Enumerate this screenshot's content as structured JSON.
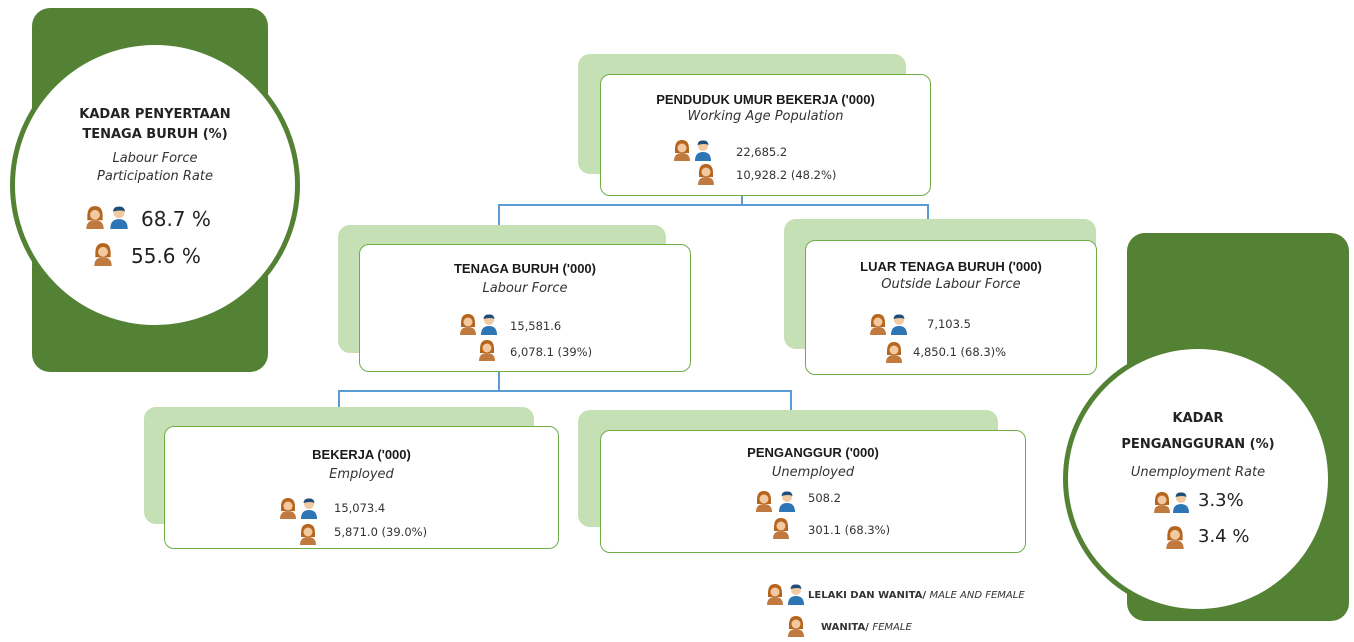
{
  "colors": {
    "dark_green": "#548235",
    "light_green": "#c5e0b4",
    "border_green": "#70ad47",
    "connector": "#5b9bd5",
    "female_icon": "#c07a3f",
    "male_icon": "#2e75b6"
  },
  "icons": {
    "both": "male-and-female-icon",
    "female": "female-icon"
  },
  "lfpr": {
    "title_line1": "KADAR PENYERTAAN",
    "title_line2": "TENAGA BURUH (%)",
    "sub_line1": "Labour Force",
    "sub_line2": "Participation Rate",
    "both_value": "68.7 %",
    "female_value": "55.6 %"
  },
  "unemp_rate": {
    "title_line1": "KADAR",
    "title_line2": "PENGANGGURAN (%)",
    "sub": "Unemployment Rate",
    "both_value": "3.3%",
    "female_value": "3.4 %"
  },
  "working_age": {
    "title": "PENDUDUK UMUR BEKERJA ('000)",
    "sub": "Working Age Population",
    "both_value": "22,685.2",
    "female_value": "10,928.2  (48.2%)"
  },
  "labour_force": {
    "title": "TENAGA BURUH ('000)",
    "sub": "Labour Force",
    "both_value": "15,581.6",
    "female_value": "6,078.1  (39%)"
  },
  "outside_lf": {
    "title": "LUAR TENAGA BURUH ('000)",
    "sub": "Outside Labour Force",
    "both_value": "7,103.5",
    "female_value": "4,850.1 (68.3)%"
  },
  "employed": {
    "title": "BEKERJA ('000)",
    "sub": "Employed",
    "both_value": "15,073.4",
    "female_value": "5,871.0  (39.0%)"
  },
  "unemployed": {
    "title": "PENGANGGUR  ('000)",
    "sub": "Unemployed",
    "both_value": "508.2",
    "female_value": "301.1 (68.3%)"
  },
  "legend": {
    "both_bold": "LELAKI DAN WANITA/ ",
    "both_italic": "MALE AND FEMALE",
    "female_bold": "WANITA/ ",
    "female_italic": "FEMALE"
  }
}
